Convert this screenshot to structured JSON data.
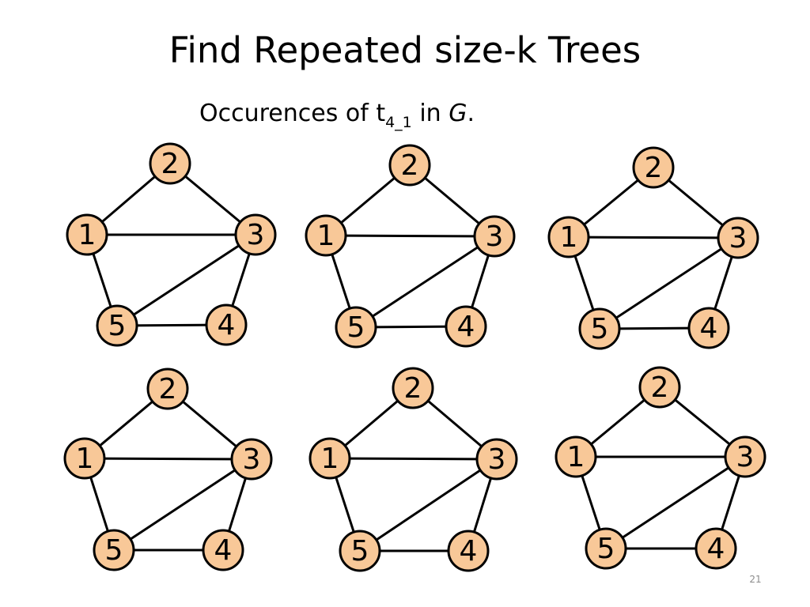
{
  "title": "Find Repeated size-k Trees",
  "subtitle": {
    "prefix": "Occurences of t",
    "subscript": "4_1",
    "middle": " in ",
    "graph_name": "G",
    "suffix": "."
  },
  "page_number": "21",
  "colors": {
    "node_fill": "#f8c898",
    "node_stroke": "#000000",
    "edge": "#000000",
    "text": "#000000"
  },
  "graph": {
    "nodes": [
      "1",
      "2",
      "3",
      "4",
      "5"
    ],
    "edges": [
      [
        "1",
        "2"
      ],
      [
        "2",
        "3"
      ],
      [
        "1",
        "3"
      ],
      [
        "1",
        "5"
      ],
      [
        "3",
        "5"
      ],
      [
        "3",
        "4"
      ],
      [
        "4",
        "5"
      ]
    ]
  },
  "occurrence_count": 6
}
